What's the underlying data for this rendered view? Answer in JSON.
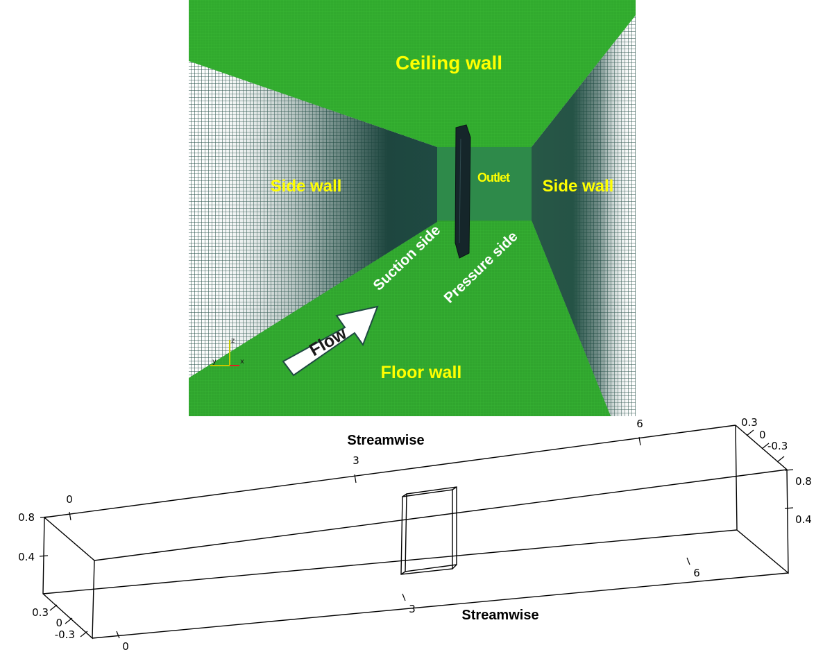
{
  "mesh_view": {
    "labels": {
      "ceiling": "Ceiling wall",
      "side_left": "Side wall",
      "side_right": "Side wall",
      "outlet": "Outlet",
      "suction": "Suction side",
      "pressure": "Pressure side",
      "floor": "Floor wall",
      "flow": "Flow"
    },
    "triad": {
      "z": "z",
      "y": "y",
      "x": "x"
    },
    "colors": {
      "ceiling": "#2fa32a",
      "floor": "#2c9e2c",
      "side_dark": "#1f4a42",
      "label_yellow": "#ffff00",
      "arrow": "#ffffff"
    }
  },
  "wireframe_view": {
    "axis_title_top": "Streamwise",
    "axis_title_bottom": "Streamwise",
    "top_ticks": [
      "0",
      "3",
      "6"
    ],
    "bottom_ticks": [
      "0",
      "3",
      "6"
    ],
    "left_height_ticks": [
      "0.8",
      "0.4"
    ],
    "right_height_ticks": [
      "0.8",
      "0.4"
    ],
    "left_span_ticks": [
      "0.3",
      "0",
      "-0.3"
    ],
    "right_span_ticks": [
      "0.3",
      "0",
      "-0.3"
    ]
  }
}
